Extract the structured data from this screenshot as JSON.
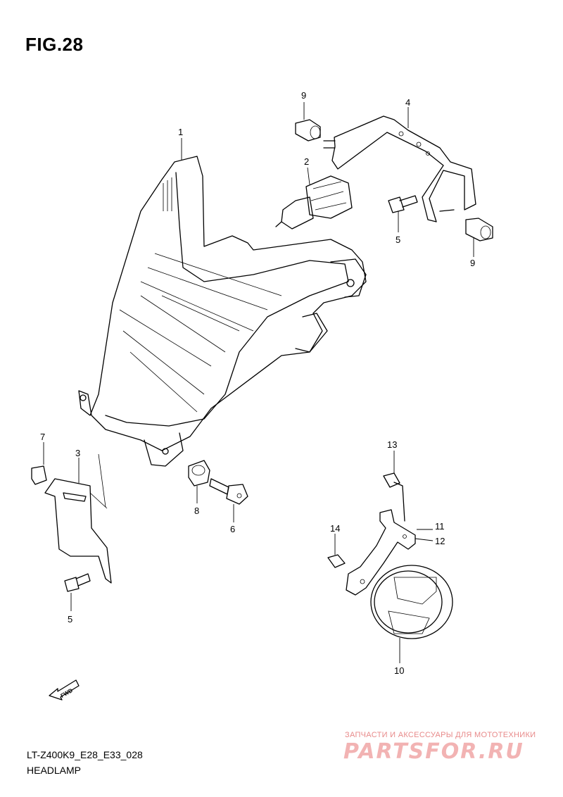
{
  "figure": {
    "title": "FIG.28",
    "code": "LT-Z400K9_E28_E33_028",
    "name": "HEADLAMP"
  },
  "callouts": [
    "1",
    "2",
    "3",
    "4",
    "5",
    "5",
    "6",
    "7",
    "8",
    "9",
    "9",
    "10",
    "11",
    "12",
    "13",
    "14"
  ],
  "direction_arrow": "FWD",
  "watermark": {
    "line1": "ЗАПЧАСТИ И АКСЕССУАРЫ ДЛЯ МОТОТЕХНИКИ",
    "line2": "PARTSFOR.RU"
  }
}
